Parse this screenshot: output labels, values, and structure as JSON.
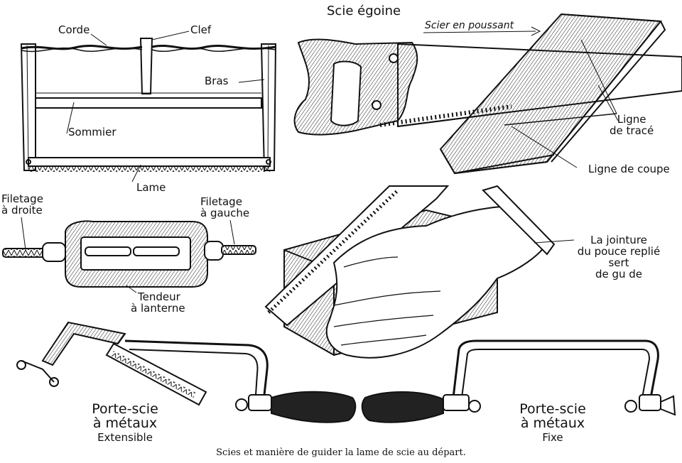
{
  "labels": {
    "corde": "Corde",
    "clef": "Clef",
    "bras": "Bras",
    "sommier": "Sommier",
    "lame": "Lame",
    "scie_egoine": "Scie égoine",
    "scier_en_poussant": "Scier en poussant",
    "ligne_de_trace": [
      "Ligne",
      "de tracé"
    ],
    "ligne_de_coupe": "Ligne de coupe",
    "filetage_droite": [
      "Filetage",
      "à droite"
    ],
    "filetage_gauche": [
      "Filetage",
      "à gauche"
    ],
    "tendeur": [
      "Tendeur",
      "à lanterne"
    ],
    "jointure": [
      "La jointure",
      "du pouce replié",
      "sert",
      "de gu de"
    ],
    "porte_scie_ext": [
      "Porte-scie",
      "à métaux",
      "Extensible"
    ],
    "porte_scie_fixe": [
      "Porte-scie",
      "à métaux",
      "Fixe"
    ]
  },
  "caption": "Scies et manière de guider la lame de scie au départ."
}
